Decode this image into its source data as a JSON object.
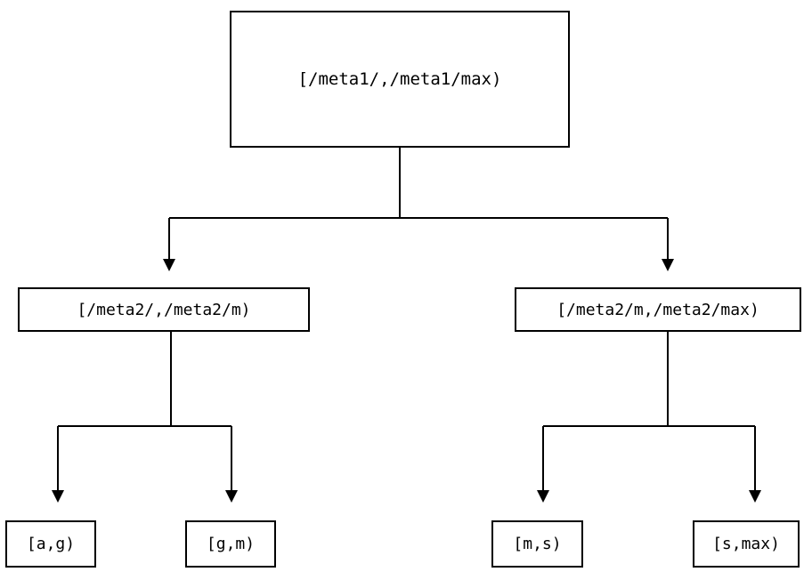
{
  "diagram": {
    "type": "tree",
    "orientation": "top-down",
    "background_color": "#ffffff",
    "line_color": "#000000",
    "text_color": "#000000",
    "arrow_style": "solid-triangle",
    "edge_routing": "orthogonal",
    "nodes": {
      "root": {
        "label": "[/meta1/,/meta1/max)",
        "level": 0
      },
      "mid_left": {
        "label": "[/meta2/,/meta2/m)",
        "level": 1
      },
      "mid_right": {
        "label": "[/meta2/m,/meta2/max)",
        "level": 1
      },
      "leaf_1": {
        "label": "[a,g)",
        "level": 2
      },
      "leaf_2": {
        "label": "[g,m)",
        "level": 2
      },
      "leaf_3": {
        "label": "[m,s)",
        "level": 2
      },
      "leaf_4": {
        "label": "[s,max)",
        "level": 2
      }
    },
    "edges": [
      {
        "from": "root",
        "to": "mid_left"
      },
      {
        "from": "root",
        "to": "mid_right"
      },
      {
        "from": "mid_left",
        "to": "leaf_1"
      },
      {
        "from": "mid_left",
        "to": "leaf_2"
      },
      {
        "from": "mid_right",
        "to": "leaf_3"
      },
      {
        "from": "mid_right",
        "to": "leaf_4"
      }
    ]
  }
}
